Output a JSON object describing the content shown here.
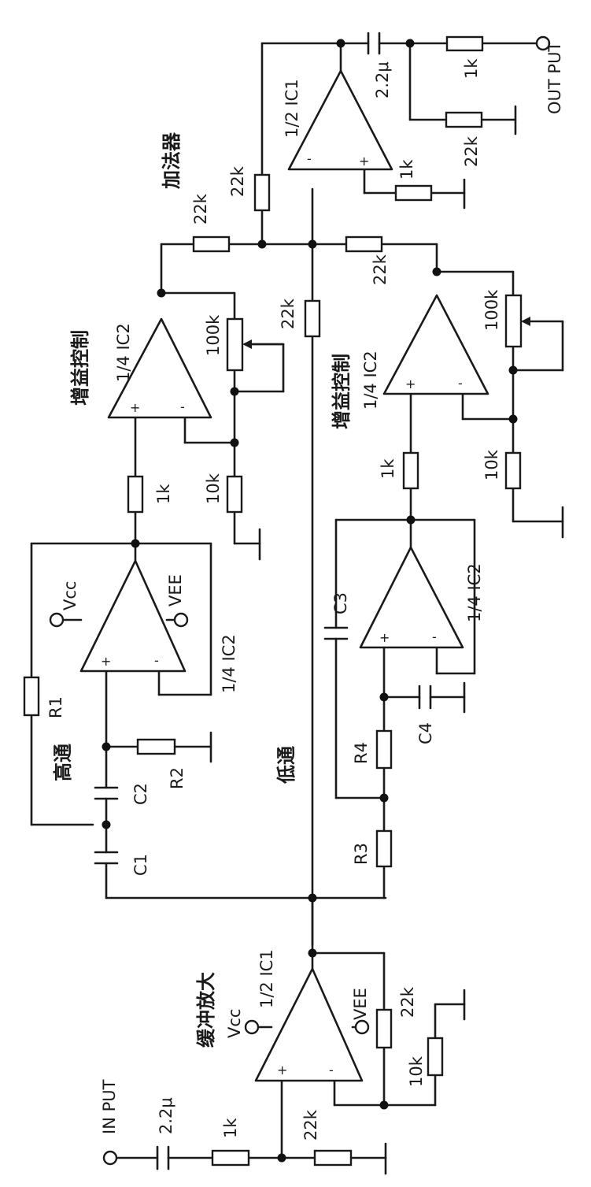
{
  "labels": {
    "out_port": "OUT PUT",
    "in_port": "IN PUT",
    "cap_out": "2.2μ",
    "cap_in": "2.2μ",
    "ic1_adder": "1/2 IC1",
    "ic1_buffer": "1/2 IC1",
    "ic2_gain_hi": "1/4 IC2",
    "ic2_gain_lo": "1/4 IC2",
    "ic2_hp": "1/4 IC2",
    "ic2_lp": "1/4 IC2",
    "adder": "加法器",
    "gain_control_1": "增益控制",
    "gain_control_2": "增益控制",
    "high_pass": "高通",
    "low_pass": "低通",
    "buffer_amp": "缓冲放大",
    "vcc_hp": "Vcc",
    "vee_hp": "VEE",
    "vcc_buf": "Vcc",
    "vee_buf": "VEE",
    "r_out_series": "1k",
    "r_out_shunt": "22k",
    "r_adder_ground": "1k",
    "r_adder_fb": "22k",
    "r_sum_hp": "22k",
    "r_sum_lp": "22k",
    "r_sum_direct": "22k",
    "pot_hi": "100k",
    "pot_lo": "100k",
    "r_gain_hi_ground": "10k",
    "r_gain_lo_ground": "10k",
    "r_gain_hi_in": "1k",
    "r_gain_lo_in": "1k",
    "r_buf_fb": "22k",
    "r_buf_ground": "10k",
    "r_in_series": "1k",
    "r_in_bias": "22k",
    "R1": "R1",
    "R2": "R2",
    "R3": "R3",
    "R4": "R4",
    "C1": "C1",
    "C2": "C2",
    "C3": "C3",
    "C4": "C4"
  }
}
